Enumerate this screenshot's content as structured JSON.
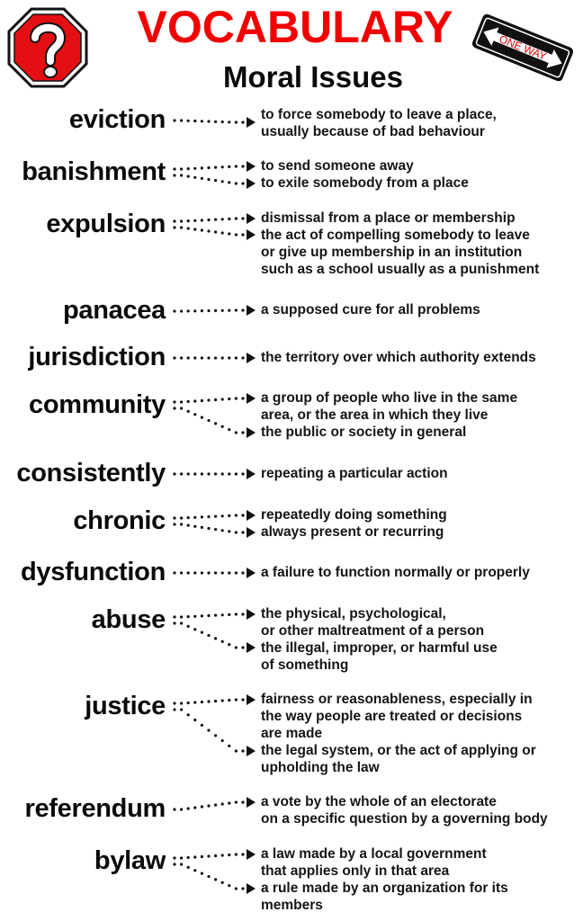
{
  "header": {
    "title": "VOCABULARY",
    "subtitle": "Moral Issues",
    "title_color": "#f20000",
    "left_icon": "question-stop-sign-icon",
    "right_icon": "one-way-sign-icon",
    "one_way_label": "ONE WAY"
  },
  "entries": [
    {
      "term": "eviction",
      "definitions": [
        "to force somebody to leave a place,\nusually because of bad behaviour"
      ]
    },
    {
      "term": "banishment",
      "definitions": [
        "to send someone away",
        "to exile somebody from a place"
      ]
    },
    {
      "term": "expulsion",
      "definitions": [
        "dismissal from a place or membership",
        "the act of compelling somebody to leave\nor give up membership in an institution\nsuch as a school usually as a punishment"
      ]
    },
    {
      "term": "panacea",
      "definitions": [
        "a supposed cure for all problems"
      ]
    },
    {
      "term": "jurisdiction",
      "definitions": [
        "the territory over which authority extends"
      ]
    },
    {
      "term": "community",
      "definitions": [
        "a group of people who live in the same\narea, or the area in which they live",
        "the public or society in general"
      ]
    },
    {
      "term": "consistently",
      "definitions": [
        "repeating a particular action"
      ]
    },
    {
      "term": "chronic",
      "definitions": [
        "repeatedly doing something",
        "always present or recurring"
      ]
    },
    {
      "term": "dysfunction",
      "definitions": [
        "a failure to function normally or properly"
      ]
    },
    {
      "term": "abuse",
      "definitions": [
        "the physical, psychological,\nor other maltreatment of a person",
        "the illegal, improper, or harmful use\nof something"
      ]
    },
    {
      "term": "justice",
      "definitions": [
        "fairness or reasonableness, especially in\nthe way people are treated or decisions\nare made",
        "the legal system, or the act of applying or\nupholding the law"
      ]
    },
    {
      "term": "referendum",
      "definitions": [
        "a vote by the whole of an electorate\non a specific question by a governing body"
      ]
    },
    {
      "term": "bylaw",
      "definitions": [
        "a law made by a local government\nthat applies only in that area",
        "a rule made by an organization for its\nmembers"
      ]
    }
  ]
}
